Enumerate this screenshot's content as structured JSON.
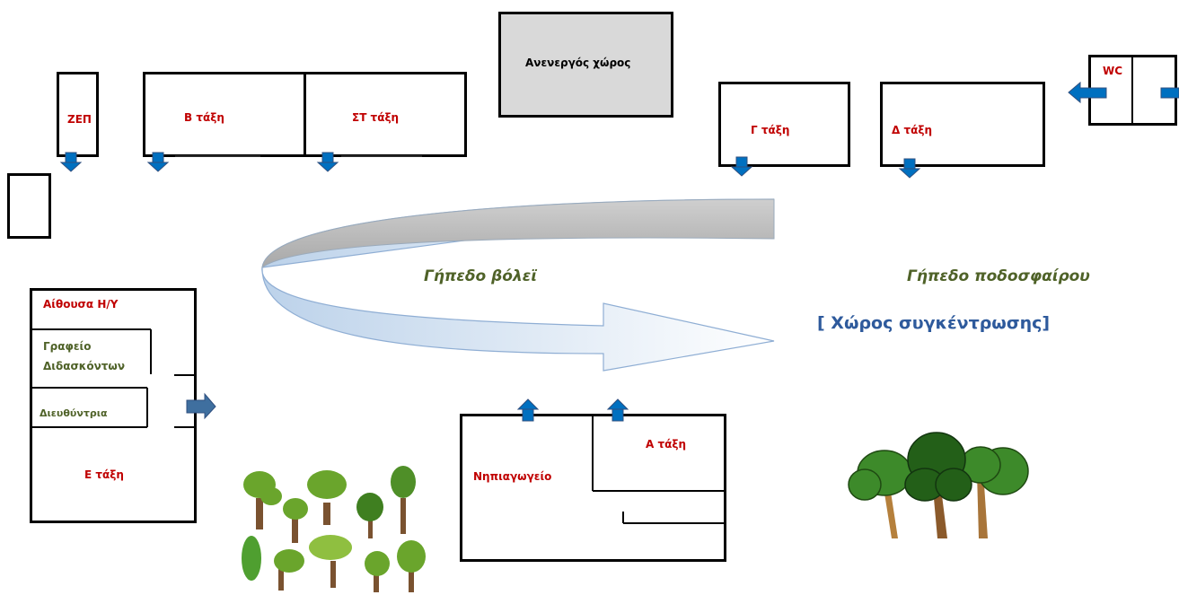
{
  "rooms": {
    "zep": "ΖΕΠ",
    "b_class": "Β τάξη",
    "st_class": "ΣΤ τάξη",
    "unused": "Ανενεργός χώρος",
    "wc": "WC",
    "g_class": "Γ τάξη",
    "d_class": "Δ τάξη",
    "computer_room": "Αίθουσα Η/Υ",
    "teachers_office": "Γραφείο Διδασκόντων",
    "principal": "Διευθύντρια",
    "e_class": "Ε τάξη",
    "kindergarten": "Νηπιαγωγείο",
    "a_class": "Α τάξη"
  },
  "areas": {
    "volleyball": "Γήπεδο βόλεϊ",
    "football": "Γήπεδο ποδοσφαίρου",
    "assembly_point": "[ Χώρος συγκέντρωσης]"
  },
  "colors": {
    "room_label": "#c00000",
    "office_label": "#4f6228",
    "field_label": "#4f6228",
    "assembly_label": "#2e5a9c",
    "exit_arrow": "#0070c0",
    "unused_fill": "#d9d9d9"
  }
}
